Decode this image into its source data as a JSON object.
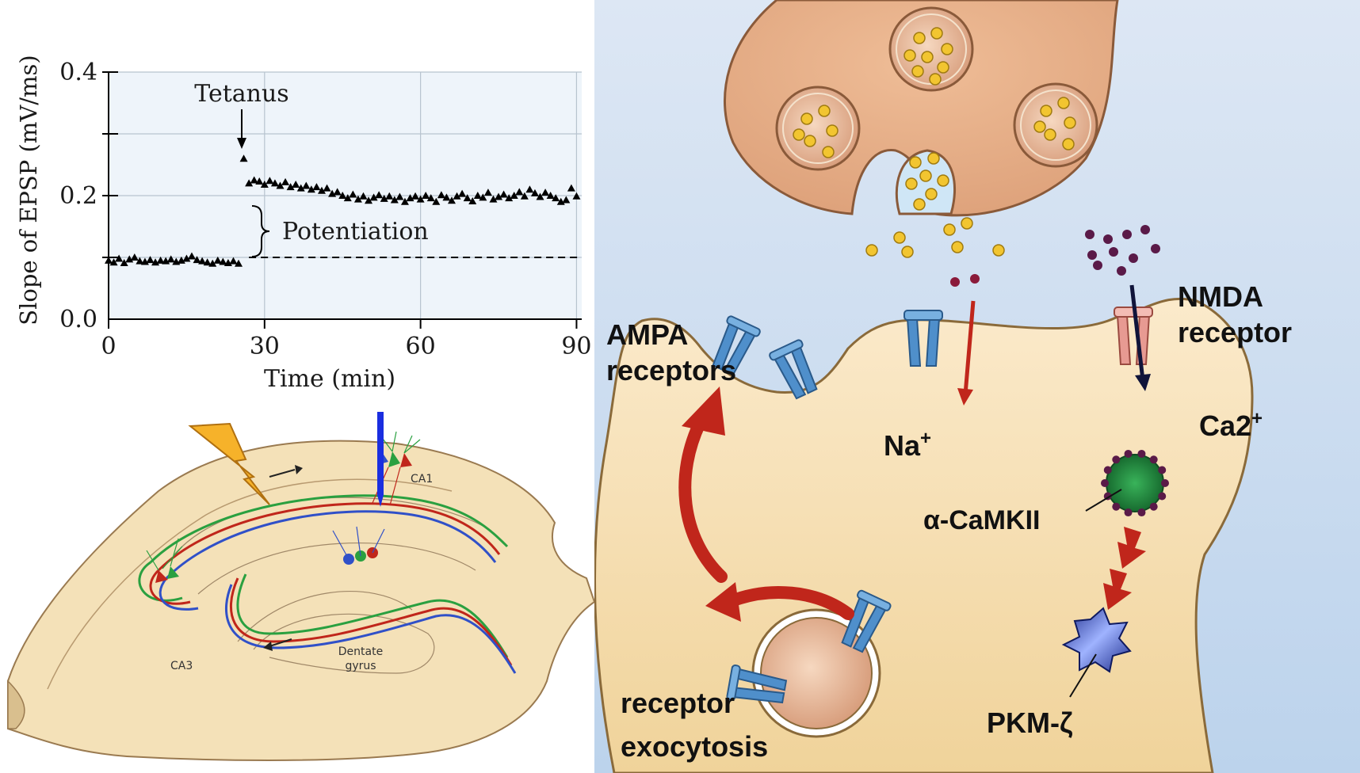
{
  "chart_data": {
    "type": "scatter",
    "xlabel": "Time (min)",
    "ylabel": "Slope of EPSP (mV/ms)",
    "xlim": [
      0,
      91
    ],
    "ylim": [
      0.0,
      0.4
    ],
    "xticks": [
      0,
      30,
      60,
      90
    ],
    "xtick_labels": [
      "0",
      "30",
      "60",
      "90"
    ],
    "yticks": [
      0.0,
      0.2,
      0.4
    ],
    "ytick_labels": [
      "0.0",
      "0.2",
      "0.4"
    ],
    "grid": true,
    "marker": "triangle",
    "baseline": 0.1,
    "annotations": {
      "tetanus": "Tetanus",
      "tetanus_time": 26,
      "potentiation": "Potentiation"
    },
    "series": [
      {
        "x": [
          0,
          1,
          2,
          3,
          4,
          5,
          6,
          7,
          8,
          9,
          10,
          11,
          12,
          13,
          14,
          15,
          16,
          17,
          18,
          19,
          20,
          21,
          22,
          23,
          24,
          25,
          26,
          27,
          28,
          29,
          30,
          31,
          32,
          33,
          34,
          35,
          36,
          37,
          38,
          39,
          40,
          41,
          42,
          43,
          44,
          45,
          46,
          47,
          48,
          49,
          50,
          51,
          52,
          53,
          54,
          55,
          56,
          57,
          58,
          59,
          60,
          61,
          62,
          63,
          64,
          65,
          66,
          67,
          68,
          69,
          70,
          71,
          72,
          73,
          74,
          75,
          76,
          77,
          78,
          79,
          80,
          81,
          82,
          83,
          84,
          85,
          86,
          87,
          88,
          89,
          90
        ],
        "y": [
          0.095,
          0.092,
          0.098,
          0.091,
          0.097,
          0.1,
          0.094,
          0.093,
          0.096,
          0.092,
          0.095,
          0.094,
          0.097,
          0.093,
          0.095,
          0.098,
          0.102,
          0.096,
          0.094,
          0.092,
          0.09,
          0.095,
          0.093,
          0.091,
          0.094,
          0.09,
          0.26,
          0.22,
          0.225,
          0.223,
          0.218,
          0.224,
          0.22,
          0.216,
          0.222,
          0.214,
          0.218,
          0.212,
          0.216,
          0.21,
          0.214,
          0.208,
          0.212,
          0.203,
          0.206,
          0.2,
          0.196,
          0.202,
          0.194,
          0.199,
          0.192,
          0.197,
          0.201,
          0.195,
          0.199,
          0.193,
          0.198,
          0.19,
          0.196,
          0.199,
          0.194,
          0.2,
          0.196,
          0.19,
          0.201,
          0.197,
          0.192,
          0.199,
          0.203,
          0.196,
          0.191,
          0.2,
          0.197,
          0.205,
          0.194,
          0.198,
          0.202,
          0.196,
          0.2,
          0.206,
          0.199,
          0.21,
          0.204,
          0.198,
          0.205,
          0.2,
          0.196,
          0.19,
          0.193,
          0.212,
          0.199
        ]
      }
    ]
  },
  "hippocampus": {
    "label_ca1": "CA1",
    "label_ca3": "CA3",
    "label_dentate_1": "Dentate",
    "label_dentate_2": "gyrus"
  },
  "synapse": {
    "label_ampa_1": "AMPA",
    "label_ampa_2": "receptors",
    "label_nmda_1": "NMDA",
    "label_nmda_2": "receptor",
    "label_na": "Na",
    "label_na_sup": "+",
    "label_ca": "Ca2",
    "label_ca_sup": "+",
    "label_camkii": "α-CaMKII",
    "label_pkm": "PKM-ζ",
    "label_exo_1": "receptor",
    "label_exo_2": "exocytosis"
  },
  "colors": {
    "presynaptic": "#e6ad86",
    "postsynaptic": "#f6dfa9",
    "receptor_blue": "#4f8fcb",
    "nmda_pink": "#e79a92",
    "arrow_red": "#c0261b",
    "glutamate": "#f2c530",
    "calcium": "#5a1a48",
    "camkii": "#1e8a3e",
    "pkm": "#2a3c9c"
  }
}
